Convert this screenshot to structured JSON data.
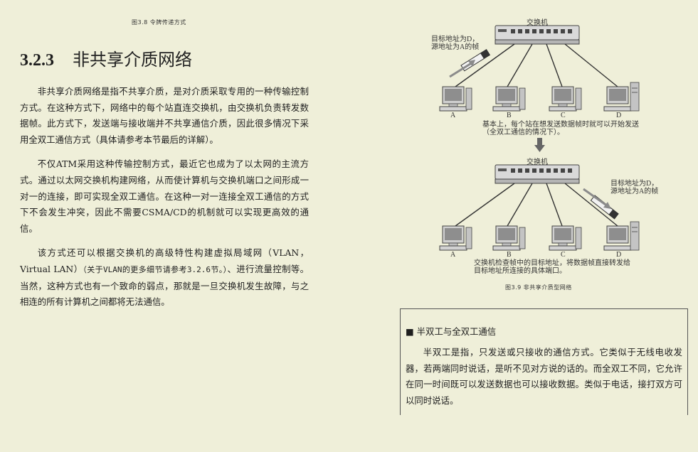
{
  "top_figure_caption": "图3.8  令牌传递方式",
  "section": {
    "number": "3.2.3",
    "title": "非共享介质网络"
  },
  "paragraphs": [
    "非共享介质网络是指不共享介质，是对介质采取专用的一种传输控制方式。在这种方式下，网络中的每个站直连交换机，由交换机负责转发数据帧。此方式下，发送端与接收端并不共享通信介质，因此很多情况下采用全双工通信方式（具体请参考本节最后的详解）。",
    "不仅ATM采用这种传输控制方式，最近它也成为了以太网的主流方式。通过以太网交换机构建网络，从而使计算机与交换机端口之间形成一对一的连接，即可实现全双工通信。在这种一对一连接全双工通信的方式下不会发生冲突，因此不需要CSMA/CD的机制就可以实现更高效的通信。"
  ],
  "paragraph3": {
    "before": "该方式还可以根据交换机的高级特性构建虚拟局域网（VLAN，Virtual LAN）",
    "note": "（关于VLAN的更多细节请参考3.2.6节。）",
    "after": "、进行流量控制等。当然，这种方式也有一个致命的弱点，那就是一旦交换机发生故障，与之相连的所有计算机之间都将无法通信。"
  },
  "diagram": {
    "switch_label": "交换机",
    "top_frame_label": "目标地址为D，\n源地址为A的帧",
    "computers": [
      "A",
      "B",
      "C",
      "D"
    ],
    "middle_text": "基本上，每个站在想发送数据帧时就可以开始发送\n（全双工通信的情况下）。",
    "switch_label_2": "交换机",
    "bottom_frame_label": "目标地址为D，\n源地址为A的帧",
    "bottom_text": "交换机检查帧中的目标地址，将数据帧直接转发给\n目标地址所连接的具体端口。",
    "caption": "图3.9  非共享介质型网络"
  },
  "sidebox": {
    "bullet": "■",
    "title": "半双工与全双工通信",
    "body": "半双工是指，只发送或只接收的通信方式。它类似于无线电收发器，若两端同时说话，是听不见对方说的话的。而全双工不同，它允许在同一时间既可以发送数据也可以接收数据。类似于电话，接打双方可以同时说话。"
  },
  "colors": {
    "page_background": "#efefd9",
    "text": "#1e1e1e",
    "device_gray": "#9a9a9a",
    "arrow_gray": "#666666"
  }
}
